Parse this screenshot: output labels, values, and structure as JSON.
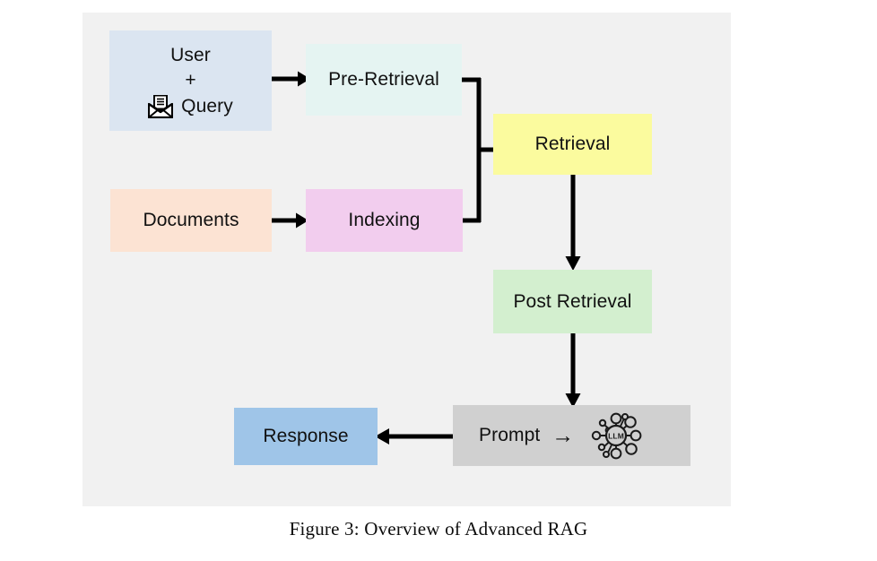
{
  "figure": {
    "caption": "Figure 3: Overview of Advanced RAG",
    "canvas_background": "#f1f1f1",
    "page_background": "#ffffff"
  },
  "diagram": {
    "title": "Overview of Advanced RAG",
    "type": "flowchart",
    "nodes": [
      {
        "id": "user-query",
        "label_line1": "User",
        "label_line2": "+",
        "label_line3": "Query",
        "icon": "envelope-icon",
        "color": "#dbe5f1",
        "text_color": "#111111"
      },
      {
        "id": "pre-retrieval",
        "label": "Pre-Retrieval",
        "color": "#e5f4f2",
        "text_color": "#111111"
      },
      {
        "id": "retrieval",
        "label": "Retrieval",
        "color": "#fbfb9e",
        "text_color": "#111111"
      },
      {
        "id": "documents",
        "label": "Documents",
        "color": "#fce3d3",
        "text_color": "#111111"
      },
      {
        "id": "indexing",
        "label": "Indexing",
        "color": "#f2cdee",
        "text_color": "#111111"
      },
      {
        "id": "post-retrieval",
        "label": "Post Retrieval",
        "color": "#d3efcf",
        "text_color": "#111111"
      },
      {
        "id": "prompt",
        "label": "Prompt",
        "arrow_glyph": "→",
        "icon": "llm-network-icon",
        "icon_label": "LLM",
        "color": "#d0d0d0",
        "text_color": "#111111"
      },
      {
        "id": "response",
        "label": "Response",
        "color": "#9fc5e8",
        "text_color": "#111111"
      }
    ],
    "edges": [
      {
        "id": "user-to-pre-retrieval",
        "from": "user-query",
        "to": "pre-retrieval",
        "style": "straight-arrow",
        "direction": "right"
      },
      {
        "id": "documents-to-indexing",
        "from": "documents",
        "to": "indexing",
        "style": "straight-arrow",
        "direction": "right"
      },
      {
        "id": "pre-retrieval-to-retrieval",
        "from": "pre-retrieval",
        "to": "retrieval",
        "style": "elbow-merge",
        "direction": "right"
      },
      {
        "id": "indexing-to-retrieval",
        "from": "indexing",
        "to": "retrieval",
        "style": "elbow-merge",
        "direction": "right"
      },
      {
        "id": "retrieval-to-post-retrieval",
        "from": "retrieval",
        "to": "post-retrieval",
        "style": "straight-arrow",
        "direction": "down"
      },
      {
        "id": "post-retrieval-to-prompt",
        "from": "post-retrieval",
        "to": "prompt",
        "style": "straight-arrow",
        "direction": "down"
      },
      {
        "id": "prompt-to-response",
        "from": "prompt",
        "to": "response",
        "style": "straight-arrow",
        "direction": "left"
      }
    ],
    "edge_color": "#000000"
  }
}
